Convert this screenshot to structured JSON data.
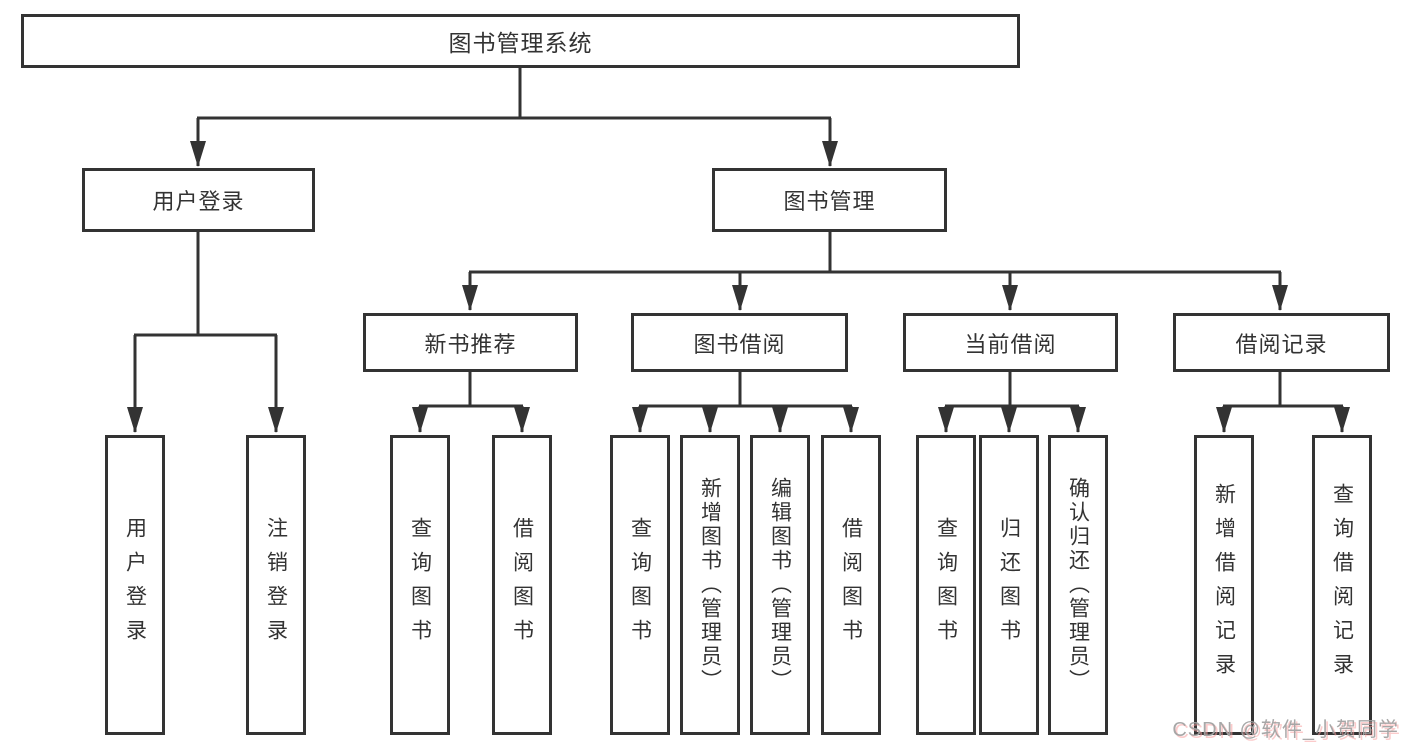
{
  "diagram_type": "hierarchy",
  "nodes": {
    "root": {
      "label": "图书管理系统"
    },
    "user_login": {
      "label": "用户登录",
      "parent": "图书管理系统"
    },
    "book_mgmt": {
      "label": "图书管理",
      "parent": "图书管理系统"
    },
    "new_book_rec": {
      "label": "新书推荐",
      "parent": "图书管理"
    },
    "book_borrow": {
      "label": "图书借阅",
      "parent": "图书管理"
    },
    "current_borrow": {
      "label": "当前借阅",
      "parent": "图书管理"
    },
    "borrow_record": {
      "label": "借阅记录",
      "parent": "图书管理"
    }
  },
  "leaves": [
    {
      "label": "用户登录",
      "parent": "用户登录"
    },
    {
      "label": "注销登录",
      "parent": "用户登录"
    },
    {
      "label": "查询图书",
      "parent": "新书推荐"
    },
    {
      "label": "借阅图书",
      "parent": "新书推荐"
    },
    {
      "label": "查询图书",
      "parent": "图书借阅"
    },
    {
      "label": "新增图书（管理员）",
      "parent": "图书借阅"
    },
    {
      "label": "编辑图书（管理员）",
      "parent": "图书借阅"
    },
    {
      "label": "借阅图书",
      "parent": "图书借阅"
    },
    {
      "label": "查询图书",
      "parent": "当前借阅"
    },
    {
      "label": "归还图书",
      "parent": "当前借阅"
    },
    {
      "label": "确认归还（管理员）",
      "parent": "当前借阅"
    },
    {
      "label": "新增借阅记录",
      "parent": "借阅记录"
    },
    {
      "label": "查询借阅记录",
      "parent": "借阅记录"
    }
  ],
  "watermark": {
    "text": "CSDN @软件_小贺同学"
  },
  "colors": {
    "line": "#333333",
    "border": "#333333",
    "text": "#333333",
    "background": "#ffffff",
    "watermark_gray": "#a2a2a2",
    "watermark_shadow": "#f8a0a0"
  }
}
